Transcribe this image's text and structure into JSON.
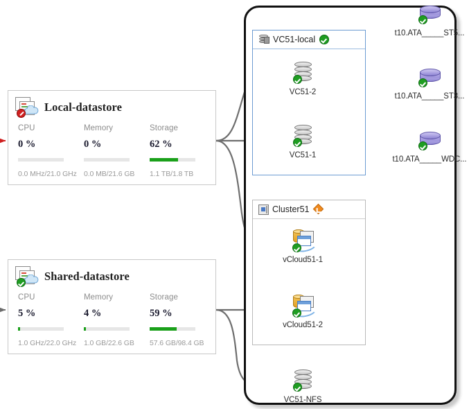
{
  "datastore_panels": [
    {
      "name": "Local-datastore",
      "status": "error",
      "status_icon": "error-badge-icon",
      "icon": "datastore-cloud-icon",
      "metrics": [
        {
          "label": "CPU",
          "value": "0 %",
          "percent": 0,
          "sub": "0.0 MHz/21.0 GHz"
        },
        {
          "label": "Memory",
          "value": "0 %",
          "percent": 0,
          "sub": "0.0 MB/21.6 GB"
        },
        {
          "label": "Storage",
          "value": "62 %",
          "percent": 62,
          "sub": "1.1 TB/1.8 TB"
        }
      ]
    },
    {
      "name": "Shared-datastore",
      "status": "ok",
      "status_icon": "ok-badge-icon",
      "icon": "datastore-cloud-icon",
      "metrics": [
        {
          "label": "CPU",
          "value": "5 %",
          "percent": 5,
          "sub": "1.0 GHz/22.0 GHz"
        },
        {
          "label": "Memory",
          "value": "4 %",
          "percent": 4,
          "sub": "1.0 GB/22.6 GB"
        },
        {
          "label": "Storage",
          "value": "59 %",
          "percent": 59,
          "sub": "57.6 GB/98.4 GB"
        }
      ]
    }
  ],
  "groups": [
    {
      "label": "VC51-local",
      "icon": "database-stack-icon",
      "status": "ok",
      "status_icon": "ok-badge-icon",
      "nodes": [
        {
          "label": "VC51-2",
          "icon": "database-cylinder-icon",
          "status": "ok"
        },
        {
          "label": "VC51-1",
          "icon": "database-cylinder-icon",
          "status": "ok"
        }
      ]
    },
    {
      "label": "Cluster51",
      "icon": "cluster-icon",
      "status": "warning",
      "status_icon": "warning-diamond-icon",
      "nodes": [
        {
          "label": "vCloud51-1",
          "icon": "vapp-icon",
          "status": "ok"
        },
        {
          "label": "vCloud51-2",
          "icon": "vapp-icon",
          "status": "ok"
        }
      ]
    }
  ],
  "standalone_nodes": [
    {
      "label": "VC51-NFS",
      "icon": "database-cylinder-icon",
      "status": "ok"
    }
  ],
  "disk_nodes": [
    {
      "label": "t10.ATA_____ST5...",
      "icon": "disk-puck-icon",
      "status": "ok"
    },
    {
      "label": "t10.ATA_____ST3...",
      "icon": "disk-puck-icon",
      "status": "ok"
    },
    {
      "label": "t10.ATA_____WDC...",
      "icon": "disk-puck-icon",
      "status": "ok"
    }
  ],
  "colors": {
    "bar_fill": "#1aa01a",
    "bar_track": "#e6e6e6",
    "edge": "#6e6e6e",
    "group_blue": "#6b9bd2",
    "group_grey": "#b9b9b9",
    "outer_border": "#111111",
    "ok_green": "#1f9d22",
    "error_red": "#cf2020",
    "warn_orange": "#f08a1e"
  }
}
